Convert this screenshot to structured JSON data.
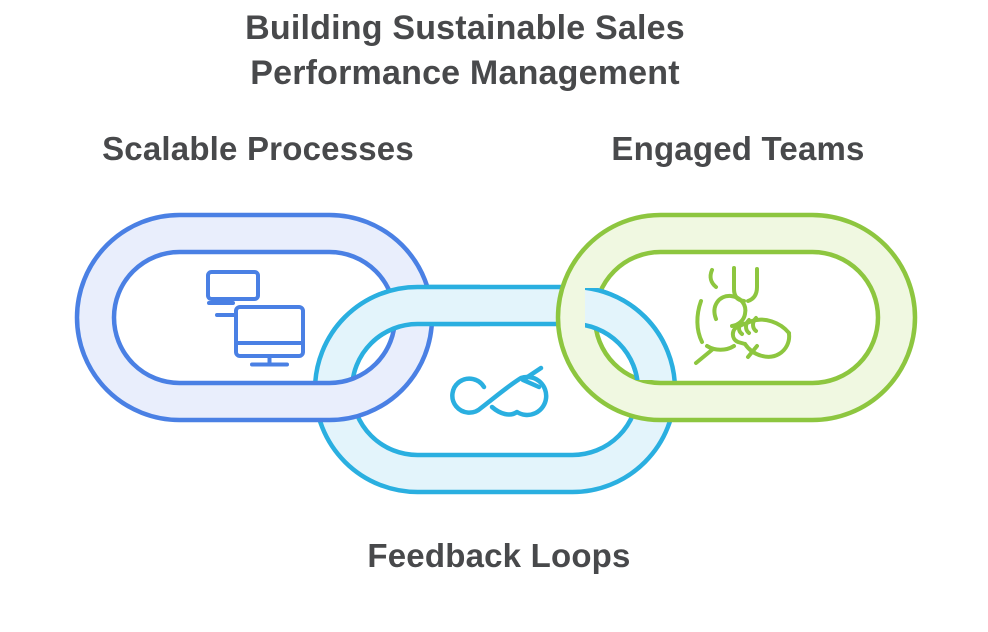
{
  "title": {
    "line1": "Building Sustainable Sales",
    "line2": "Performance Management"
  },
  "labels": {
    "left": "Scalable Processes",
    "right": "Engaged Teams",
    "bottom": "Feedback Loops"
  },
  "links": [
    {
      "name": "scalable-processes",
      "icon": "dual-monitors-icon",
      "color": "blue"
    },
    {
      "name": "feedback-loops",
      "icon": "infinity-sync-icon",
      "color": "cyan"
    },
    {
      "name": "engaged-teams",
      "icon": "hands-together-icon",
      "color": "green"
    }
  ],
  "colors": {
    "blue_stroke": "#4a80e4",
    "blue_fill": "#e9eefc",
    "cyan_stroke": "#2aafe0",
    "cyan_fill": "#e3f4fb",
    "green_stroke": "#8dc63f",
    "green_fill": "#f0f8e1",
    "text_color": "#48494b"
  }
}
